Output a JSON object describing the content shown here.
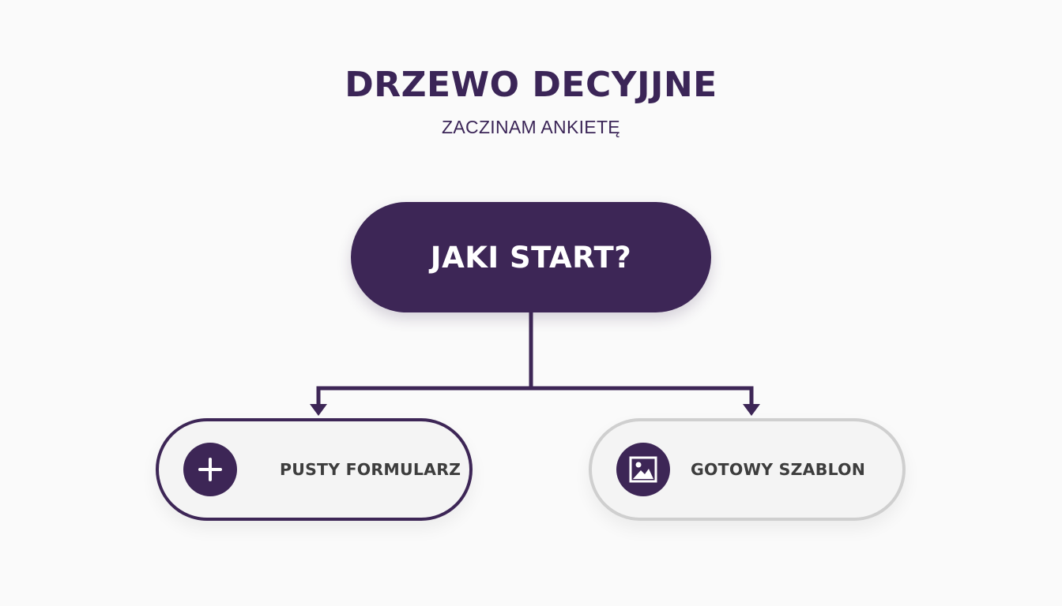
{
  "header": {
    "title": "DRZEWO DECYJJNE",
    "subtitle": "ZACZINAM ANKIETĘ"
  },
  "root": {
    "label": "JAKI START?"
  },
  "options": [
    {
      "label": "PUSTY FORMULARZ",
      "icon": "plus-icon",
      "state": "selected"
    },
    {
      "label": "GOTOWY SZABLON",
      "icon": "image-icon",
      "state": "default"
    }
  ],
  "colors": {
    "primary": "#3d2656",
    "text_dark": "#3d3d3d",
    "border_muted": "#cfcfcf",
    "background": "#fafafa"
  }
}
